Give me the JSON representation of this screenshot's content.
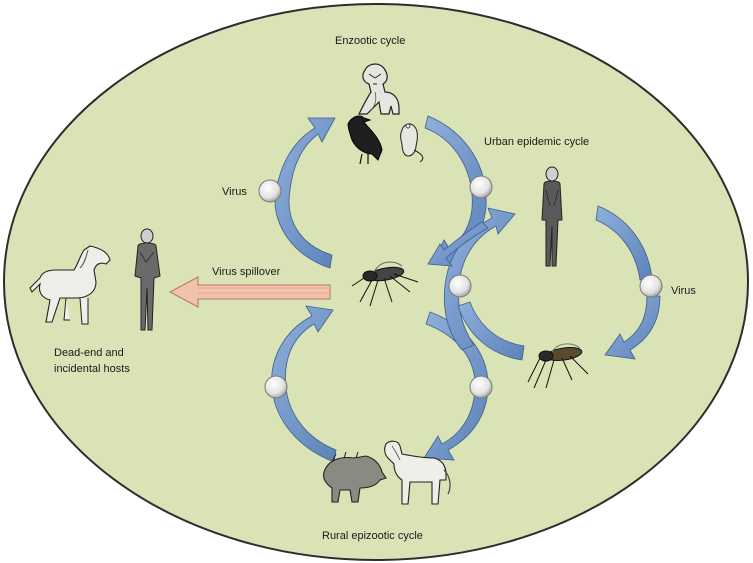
{
  "diagram": {
    "labels": {
      "enzootic": "Enzootic cycle",
      "urban": "Urban epidemic cycle",
      "virus_left": "Virus",
      "virus_right": "Virus",
      "spillover": "Virus spillover",
      "dead_end": "Dead-end and\nincidental hosts",
      "rural": "Rural epizootic cycle"
    },
    "icons": [
      "monkey-icon",
      "crow-icon",
      "rat-icon",
      "human-icon",
      "mosquito-icon",
      "horse-icon",
      "boar-icon"
    ],
    "colors": {
      "background": "#d9e3b5",
      "outline": "#2d2d2d",
      "cycle_arrow": "#6f92c4",
      "cycle_arrow_edge": "#3f5f8f",
      "spillover_fill": "#f2c2ad",
      "spillover_edge": "#b07a66",
      "node": "#eeeeee"
    }
  }
}
